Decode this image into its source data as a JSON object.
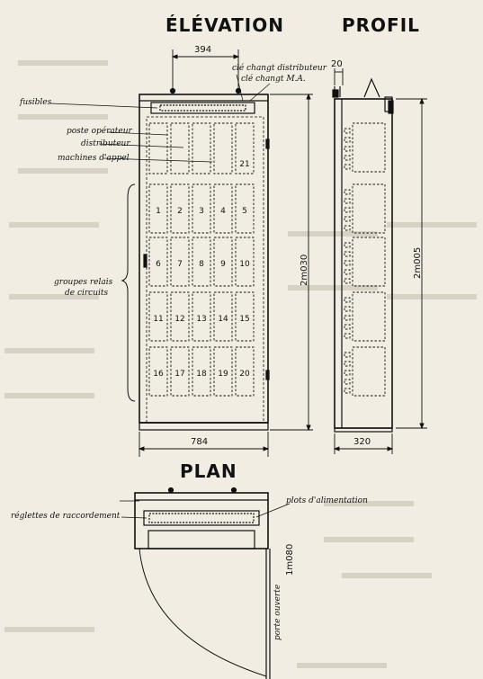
{
  "titles": {
    "elevation": "ÉLÉVATION",
    "profil": "PROFIL",
    "plan": "PLAN"
  },
  "labels": {
    "fusibles": "fusibles",
    "cle_distributeur": "clé changt distributeur",
    "cle_ma": "clé changt M.A.",
    "poste_operateur": "poste opérateur",
    "distributeur": "distributeur",
    "machines_appel": "machines d'appel",
    "groupes_relais": "groupes relais",
    "de_circuits": "de circuits",
    "reglettes": "réglettes de raccordement",
    "plots": "plots d'alimentation",
    "porte_ouverte": "porte ouverte"
  },
  "dimensions": {
    "w394": "394",
    "w20": "20",
    "h2030": "2m030",
    "h2005": "2m005",
    "w784": "784",
    "w320": "320",
    "d1080": "1m080"
  },
  "slot_numbers": [
    "21",
    "1",
    "2",
    "3",
    "4",
    "5",
    "6",
    "7",
    "8",
    "9",
    "10",
    "11",
    "12",
    "13",
    "14",
    "15",
    "16",
    "17",
    "18",
    "19",
    "20"
  ]
}
